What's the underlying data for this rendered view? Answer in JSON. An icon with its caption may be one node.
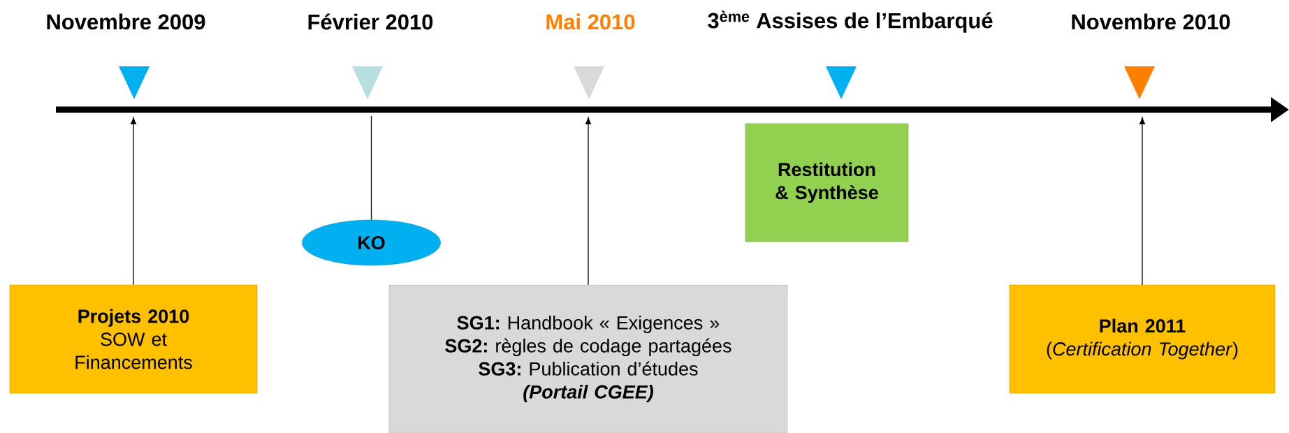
{
  "diagram": {
    "nodes": [
      {
        "text": [
          "Projets 2010",
          "SOW et Financements"
        ]
      },
      {
        "text": [
          "KO"
        ]
      },
      {
        "text": [
          "**SG1:** Handbook « Exigences »",
          "**SG2:** règles de codage partagées",
          "**SG3:** Publication d’études",
          "(Portail CGEE)"
        ]
      },
      {
        "text": [
          "Restitution & Synthèse"
        ]
      },
      {
        "text": [
          "Plan 2011",
          "(*Certification Together*)"
        ]
      }
    ],
    "edges": [
      {
        "from": 0,
        "to": null,
        "arrow": "to"
      },
      {
        "from": 1,
        "to": null,
        "arrow": "none"
      },
      {
        "from": 2,
        "to": null,
        "arrow": "to"
      },
      {
        "from": 4,
        "to": null,
        "arrow": "to"
      }
    ],
    "labels": [
      "Novembre 2009",
      "Février 2010",
      "Mai 2010",
      "3$^{ème}$ Assises de l’Embarqué",
      "Novembre 2010"
    ]
  }
}
